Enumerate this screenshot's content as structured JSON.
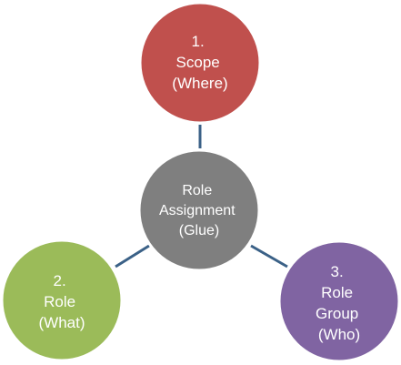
{
  "diagram": {
    "center": {
      "lines": [
        "Role",
        "Assignment",
        "(Glue)"
      ],
      "color": "#7f7f7f"
    },
    "scope": {
      "lines": [
        "1.",
        "Scope",
        "(Where)"
      ],
      "color": "#c0504d"
    },
    "role": {
      "lines": [
        "2.",
        "Role",
        "(What)"
      ],
      "color": "#9bbb59"
    },
    "role_group": {
      "lines": [
        "3.",
        "Role",
        "Group",
        "(Who)"
      ],
      "color": "#8064a2"
    },
    "connector_color": "#3b6187"
  }
}
